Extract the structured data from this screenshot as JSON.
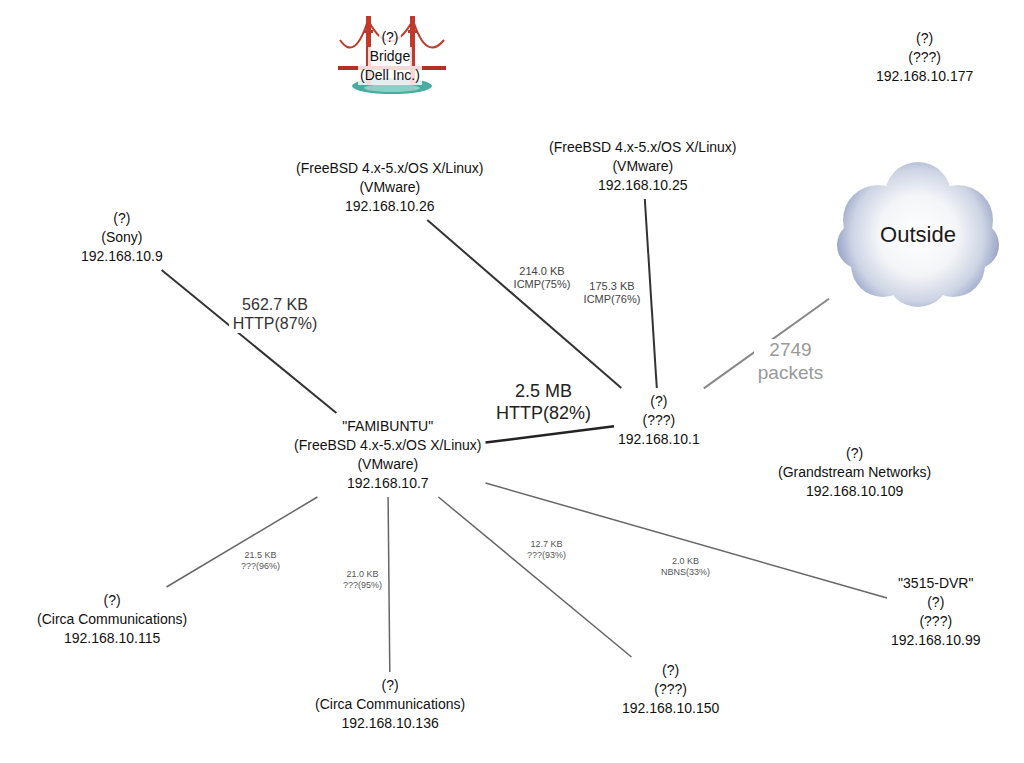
{
  "diagram": {
    "nodes": [
      {
        "text": [
          "(?)",
          "Bridge",
          "(Dell Inc.)"
        ]
      },
      {
        "text": [
          "(?)",
          "(???)",
          "192.168.10.177"
        ]
      },
      {
        "text": [
          "(FreeBSD 4.x-5.x/OS X/Linux)",
          "(VMware)",
          "192.168.10.26"
        ]
      },
      {
        "text": [
          "(FreeBSD 4.x-5.x/OS X/Linux)",
          "(VMware)",
          "192.168.10.25"
        ]
      },
      {
        "text": [
          "(?)",
          "(Sony)",
          "192.168.10.9"
        ]
      },
      {
        "text": [
          "Outside"
        ]
      },
      {
        "text": [
          "\"FAMIBUNTU\"",
          "(FreeBSD 4.x-5.x/OS X/Linux)",
          "(VMware)",
          "192.168.10.7"
        ]
      },
      {
        "text": [
          "(?)",
          "(???)",
          "192.168.10.1"
        ]
      },
      {
        "text": [
          "(?)",
          "(Grandstream Networks)",
          "192.168.10.109"
        ]
      },
      {
        "text": [
          "(?)",
          "(Circa Communications)",
          "192.168.10.115"
        ]
      },
      {
        "text": [
          "(?)",
          "(Circa Communications)",
          "192.168.10.136"
        ]
      },
      {
        "text": [
          "(?)",
          "(???)",
          "192.168.10.150"
        ]
      },
      {
        "text": [
          "\"3515-DVR\"",
          "(?)",
          "(???)",
          "192.168.10.99"
        ]
      }
    ],
    "edges": [
      {
        "from": 4,
        "to": 6,
        "label": "562.7 KB HTTP(87%)",
        "arrow": "none"
      },
      {
        "from": 2,
        "to": 7,
        "label": "214.0 KB ICMP(75%)",
        "arrow": "none"
      },
      {
        "from": 3,
        "to": 7,
        "label": "175.3 KB ICMP(76%)",
        "arrow": "none"
      },
      {
        "from": 7,
        "to": 5,
        "label": "2749 packets",
        "arrow": "none"
      },
      {
        "from": 6,
        "to": 7,
        "label": "2.5 MB HTTP(82%)",
        "arrow": "none"
      },
      {
        "from": 6,
        "to": 9,
        "label": "21.5 KB ???(96%)",
        "arrow": "none"
      },
      {
        "from": 6,
        "to": 10,
        "label": "21.0 KB ???(95%)",
        "arrow": "none"
      },
      {
        "from": 6,
        "to": 11,
        "label": "12.7 KB ???(93%)",
        "arrow": "none"
      },
      {
        "from": 6,
        "to": 12,
        "label": "2.0 KB NBNS(33%)",
        "arrow": "none"
      }
    ]
  }
}
